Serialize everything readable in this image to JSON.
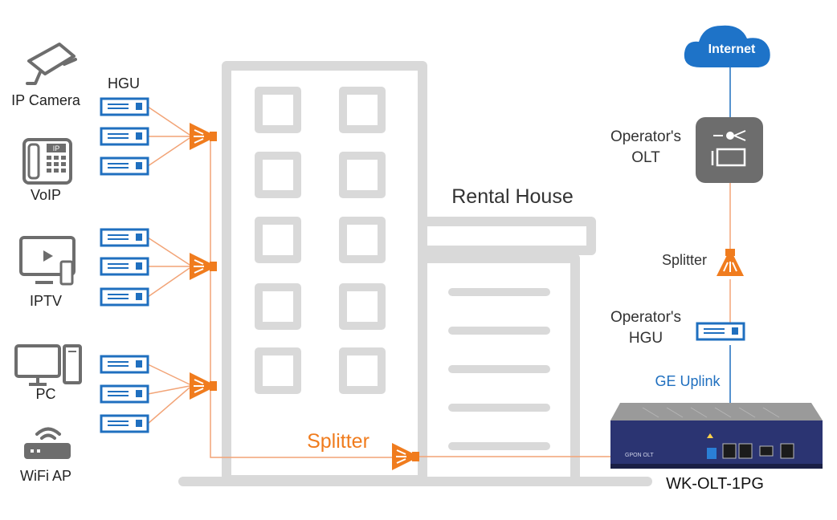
{
  "devices": {
    "ip_camera": "IP Camera",
    "voip": "VoIP",
    "iptv": "IPTV",
    "pc": "PC",
    "wifi_ap": "WiFi AP",
    "hgu": "HGU"
  },
  "building": {
    "rental_house": "Rental House",
    "splitter_bottom": "Splitter"
  },
  "uplink": {
    "internet": "Internet",
    "operator_olt": "Operator's\nOLT",
    "splitter": "Splitter",
    "operator_hgu": "Operator's\nHGU",
    "ge_uplink": "GE Uplink",
    "device_model": "WK-OLT-1PG"
  },
  "colors": {
    "building_gray": "#d9d9d9",
    "orange": "#f07c1e",
    "fiber_line": "#f2a477",
    "blue": "#1f6fbf",
    "cloud_blue": "#1e73c8",
    "dark_gray": "#6d6d6d"
  },
  "icons": {
    "ip_camera": "camera-icon",
    "voip": "phone-icon",
    "iptv": "tv-icon",
    "pc": "pc-icon",
    "wifi_ap": "router-icon",
    "hgu": "hgu-box-icon",
    "splitter": "splitter-icon",
    "olt": "olt-icon",
    "internet": "cloud-icon"
  }
}
